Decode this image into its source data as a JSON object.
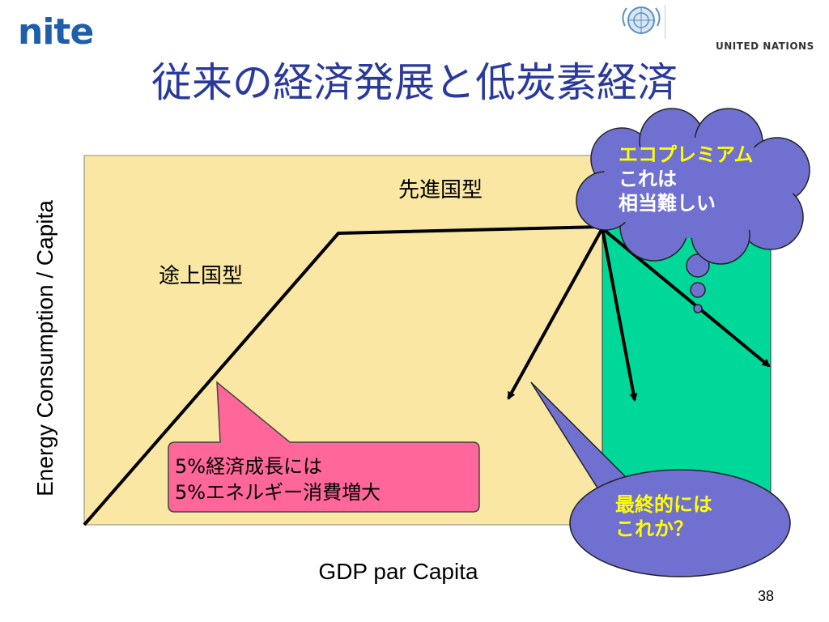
{
  "header": {
    "logo_text": "nite",
    "partner_text": "UNITED NATIONS",
    "title": "従来の経済発展と低炭素経済"
  },
  "diagram": {
    "y_axis_label": "Energy Consumption / Capita",
    "x_axis_label": "GDP par Capita",
    "developing_label": "途上国型",
    "developed_label": "先進国型",
    "pink_callout": [
      "5%経済成長には",
      "5%エネルギー消費増大"
    ],
    "cloud_bubble": [
      "エコプレミアム",
      "これは",
      "相当難しい"
    ],
    "blue_callout": [
      "最終的には",
      "これか？"
    ]
  },
  "colors": {
    "title": "#2a3a9c",
    "logo": "#1f5fa8",
    "plot_background": "#fae7a3",
    "green_zone": "#00d89a",
    "pink_callout": "#ff6699",
    "bubble_fill": "#7070d0",
    "bubble_text_yellow": "#ffff00"
  },
  "footer": {
    "page_number": "38"
  }
}
